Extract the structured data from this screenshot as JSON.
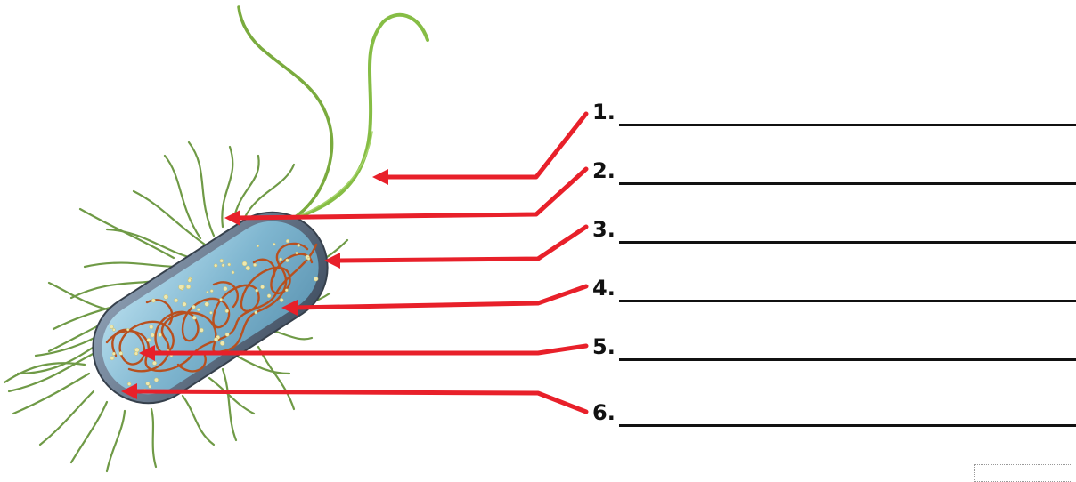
{
  "diagram": {
    "colors": {
      "arrow": "#e8202a",
      "flagellum": "#7fb23a",
      "pili": "#6f9a46",
      "cell_wall": "#5e7088",
      "cytoplasm": "#8cc0d9",
      "dna": "#b8501f",
      "ribosomes": "#efe9b0",
      "text": "#111111"
    },
    "labels": [
      {
        "number": "1.",
        "target": "flagellum"
      },
      {
        "number": "2.",
        "target": "pili"
      },
      {
        "number": "3.",
        "target": "cell-wall"
      },
      {
        "number": "4.",
        "target": "cytoplasm"
      },
      {
        "number": "5.",
        "target": "nucleoid-dna"
      },
      {
        "number": "6.",
        "target": "ribosome"
      }
    ]
  }
}
